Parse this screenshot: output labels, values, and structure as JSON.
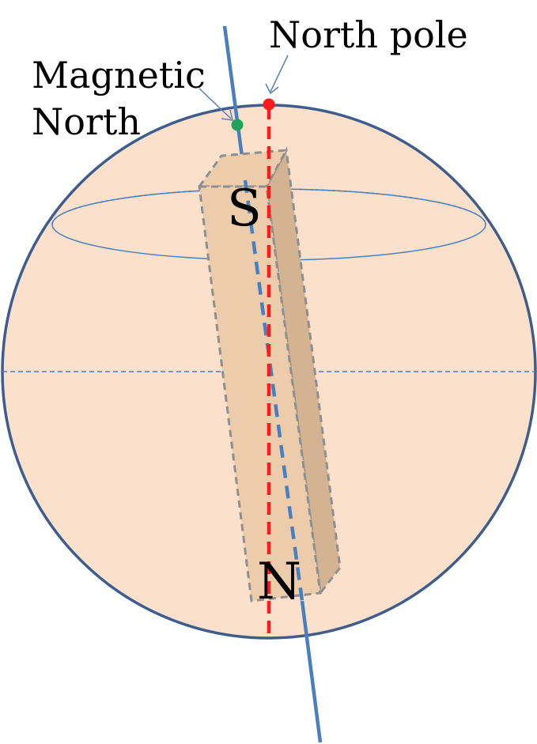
{
  "labels": {
    "north_pole": "North pole",
    "magnetic_north_line1": "Magnetic",
    "magnetic_north_line2": "North",
    "magnet_top_pole": "S",
    "magnet_bottom_pole": "N"
  },
  "colors": {
    "sphere_fill": "#fbe1cc",
    "sphere_outline": "#3e5c8c",
    "magnetic_axis": "#4a7fbf",
    "geographic_axis": "#ff1a1a",
    "north_pole_marker": "#ff1a1a",
    "magnetic_north_marker": "#1fa35a",
    "magnet_front": "#ecccaa",
    "magnet_side": "#d4b393",
    "magnet_edge": "#8f8f8f",
    "equator": "#4a7fbf",
    "arrow": "#5a7fb5"
  }
}
